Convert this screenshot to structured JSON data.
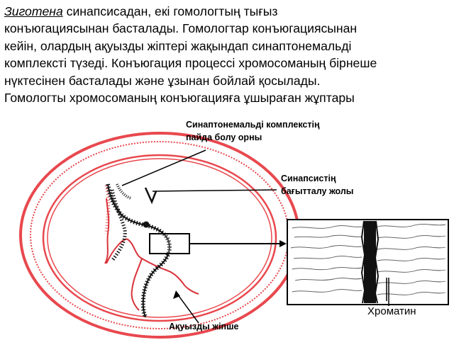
{
  "text": {
    "term": "Зиготена",
    "line1_rest": " синапсисадан, екі гомологтың тығыз",
    "line2": "конъюгациясынан басталады. Гомологтар конъюгациясынан",
    "line3": "кейін, олардың ақуызды жіптері жақындап синаптонемальді",
    "line4": "комплексті түзеді. Конъюгация процессі хромосоманың бірнеше",
    "line5": "нүктесінен басталады және ұзынан бойлай қосылады.",
    "line6": "Гомологты хромосоманың конъюгацияға ұшыраған жұптары"
  },
  "diagram": {
    "label_complex_line1": "Синаптонемальді комплекстің",
    "label_complex_line2": "пайда болу орны",
    "label_direction_line1": "Синапсистің",
    "label_direction_line2": "бағытталу жолы",
    "label_chromatin": "Хроматин",
    "label_protein": "Ақуызды жіпше",
    "colors": {
      "nucleus": "#e8484e",
      "chromosome": "#111111",
      "protein": "#d9323a"
    }
  }
}
